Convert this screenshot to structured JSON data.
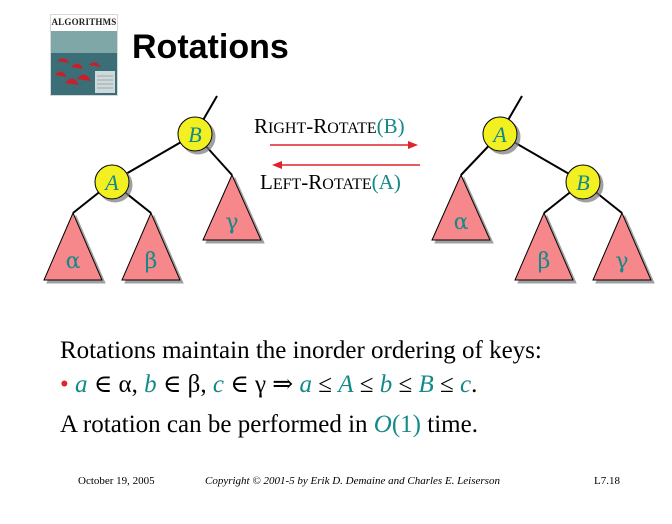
{
  "slide": {
    "title": "Rotations",
    "book_cover": {
      "title": "ALGORITHMS"
    },
    "left_tree": {
      "root": "B",
      "child": "A",
      "subtrees": {
        "alpha": "α",
        "beta": "β",
        "gamma": "γ"
      }
    },
    "right_tree": {
      "root": "A",
      "child": "B",
      "subtrees": {
        "alpha": "α",
        "beta": "β",
        "gamma": "γ"
      }
    },
    "right_rotate": {
      "cap1": "R",
      "sc1": "IGHT",
      "dash": "-",
      "cap2": "R",
      "sc2": "OTATE",
      "arg": "(B)"
    },
    "left_rotate": {
      "cap1": "L",
      "sc1": "EFT",
      "dash": "-",
      "cap2": "R",
      "sc2": "OTATE",
      "arg": "(A)"
    },
    "line1": "Rotations maintain the inorder ordering of keys:",
    "line2": {
      "bullet": "•",
      "a": "a",
      "in1": " ∈ α, ",
      "b": "b",
      "in2": " ∈ β, ",
      "c": "c",
      "in3": " ∈ γ",
      "implies": " ⇒ ",
      "a2": "a",
      "le1": " ≤ ",
      "A": "A",
      "le2": " ≤ ",
      "b2": "b",
      "le3": " ≤ ",
      "B": "B",
      "le4": " ≤ ",
      "c2": "c",
      "period": "."
    },
    "line3": {
      "pre": "A rotation can be performed in ",
      "O": "O",
      "arg": "(1)",
      "post": " time."
    },
    "footer": {
      "date": "October 19, 2005",
      "copyright": "Copyright © 2001-5 by Erik D. Demaine and Charles E. Leiserson",
      "page": "L7.18"
    },
    "colors": {
      "node_fill": "#f3f024",
      "triangle_fill": "#f6878b",
      "arrow": "#e0242b",
      "teal": "#138989",
      "bullet": "#e0242b"
    }
  }
}
